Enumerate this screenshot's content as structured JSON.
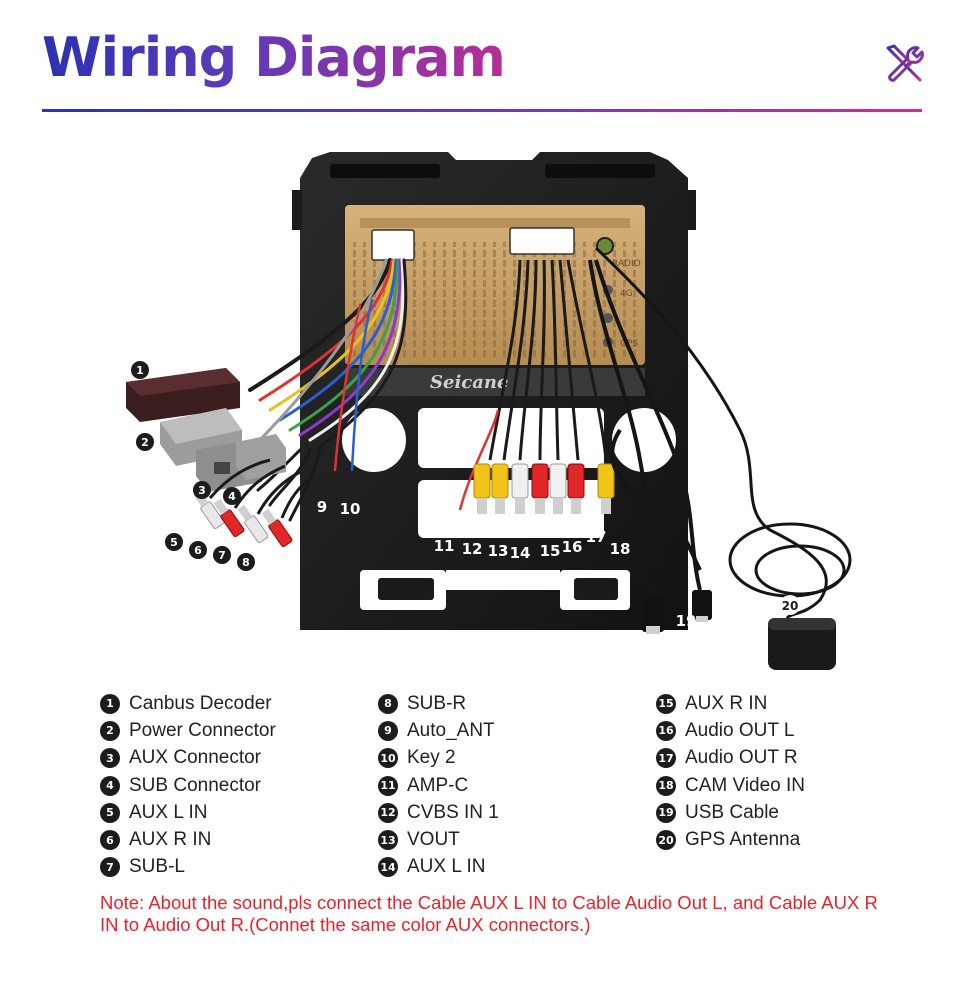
{
  "header": {
    "title": "Wiring Diagram",
    "icon": "tools-icon"
  },
  "unit": {
    "brand": "Seicane",
    "ports": [
      "RADIO",
      "4G",
      "GPS"
    ]
  },
  "callouts": [
    "1",
    "2",
    "3",
    "4",
    "5",
    "6",
    "7",
    "8",
    "9",
    "10",
    "11",
    "12",
    "13",
    "14",
    "15",
    "16",
    "17",
    "18",
    "19",
    "20"
  ],
  "legend": {
    "columns": [
      [
        {
          "num": "1",
          "label": "Canbus Decoder"
        },
        {
          "num": "2",
          "label": "Power Connector"
        },
        {
          "num": "3",
          "label": "AUX Connector"
        },
        {
          "num": "4",
          "label": "SUB Connector"
        },
        {
          "num": "5",
          "label": "AUX L IN"
        },
        {
          "num": "6",
          "label": "AUX R IN"
        },
        {
          "num": "7",
          "label": "SUB-L"
        }
      ],
      [
        {
          "num": "8",
          "label": "SUB-R"
        },
        {
          "num": "9",
          "label": "Auto_ANT"
        },
        {
          "num": "10",
          "label": "Key 2"
        },
        {
          "num": "11",
          "label": "AMP-C"
        },
        {
          "num": "12",
          "label": "CVBS IN 1"
        },
        {
          "num": "13",
          "label": "VOUT"
        },
        {
          "num": "14",
          "label": "AUX L IN"
        }
      ],
      [
        {
          "num": "15",
          "label": "AUX R IN"
        },
        {
          "num": "16",
          "label": "Audio OUT L"
        },
        {
          "num": "17",
          "label": "Audio OUT R"
        },
        {
          "num": "18",
          "label": "CAM Video IN"
        },
        {
          "num": "19",
          "label": "USB Cable"
        },
        {
          "num": "20",
          "label": "GPS Antenna"
        }
      ]
    ]
  },
  "note": "Note: About the sound,pls connect the Cable AUX L IN to Cable Audio Out L, and Cable AUX R IN to  Audio Out R.(Connet the same color AUX connectors.)",
  "colors": {
    "title_start": "#2b32b2",
    "title_end": "#b52f99",
    "note": "#e8222a",
    "chassis": "#1b1b1b",
    "unit_body": "#c8a269"
  }
}
